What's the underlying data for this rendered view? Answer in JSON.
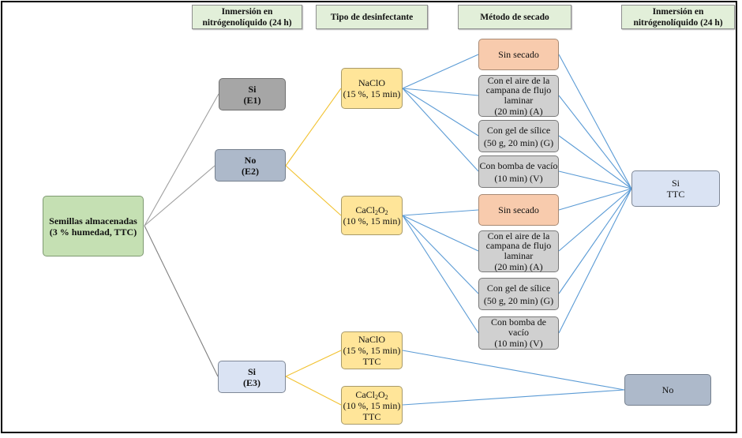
{
  "headers": [
    {
      "line1": "Inmersión en nitrógeno",
      "line2": "líquido (24 h)"
    },
    {
      "line1": "Tipo de desinfectante"
    },
    {
      "line1": "Método de secado"
    },
    {
      "line1": "Inmersión en nitrógeno",
      "line2": "líquido (24 h)"
    }
  ],
  "root": {
    "line1": "Semillas almacenadas",
    "line2": "(3 % humedad, TTC)"
  },
  "immersion": {
    "e1": {
      "line1": "Si",
      "line2": "(E1)"
    },
    "e2": {
      "line1": "No",
      "line2": "(E2)"
    },
    "e3": {
      "line1": "Si",
      "line2": "(E3)"
    }
  },
  "disinfectants": {
    "naclo_e2": {
      "line1": "NaClO",
      "line2": "(15 %, 15 min)"
    },
    "cacl_e2": {
      "name_a": "CaCl",
      "sub1": "2",
      "name_b": "O",
      "sub2": "2",
      "line2": "(10 %, 15 min)"
    },
    "naclo_e3": {
      "line1": "NaClO",
      "line2": "(15 %, 15 min)",
      "line3": "TTC"
    },
    "cacl_e3": {
      "name_a": "CaCl",
      "sub1": "2",
      "name_b": "O",
      "sub2": "2",
      "line2": "(10 %, 15 min)",
      "line3": "TTC"
    }
  },
  "drying_group_1": [
    {
      "lines": [
        "Sin secado"
      ]
    },
    {
      "lines": [
        "Con el aire de la",
        "campana de flujo",
        "laminar",
        "(20 min) (A)"
      ]
    },
    {
      "lines": [
        "Con gel de sílice",
        "(50 g, 20 min) (G)"
      ]
    },
    {
      "lines": [
        "Con bomba de vacío",
        "(10 min) (V)"
      ]
    }
  ],
  "drying_group_2": [
    {
      "lines": [
        "Sin secado"
      ]
    },
    {
      "lines": [
        "Con el aire de la",
        "campana de flujo",
        "laminar",
        "(20 min) (A)"
      ]
    },
    {
      "lines": [
        "Con gel de sílice",
        "(50 g, 20 min) (G)"
      ]
    },
    {
      "lines": [
        "Con bomba de",
        "vacío",
        "(10 min) (V)"
      ]
    }
  ],
  "final": {
    "si": {
      "line1": "Si",
      "line2": "TTC"
    },
    "no": {
      "line1": "No"
    }
  },
  "colors": {
    "root_link": "#a0a0a0",
    "disinfectant_link": "#f2c230",
    "drying_link": "#5b9bd5"
  }
}
